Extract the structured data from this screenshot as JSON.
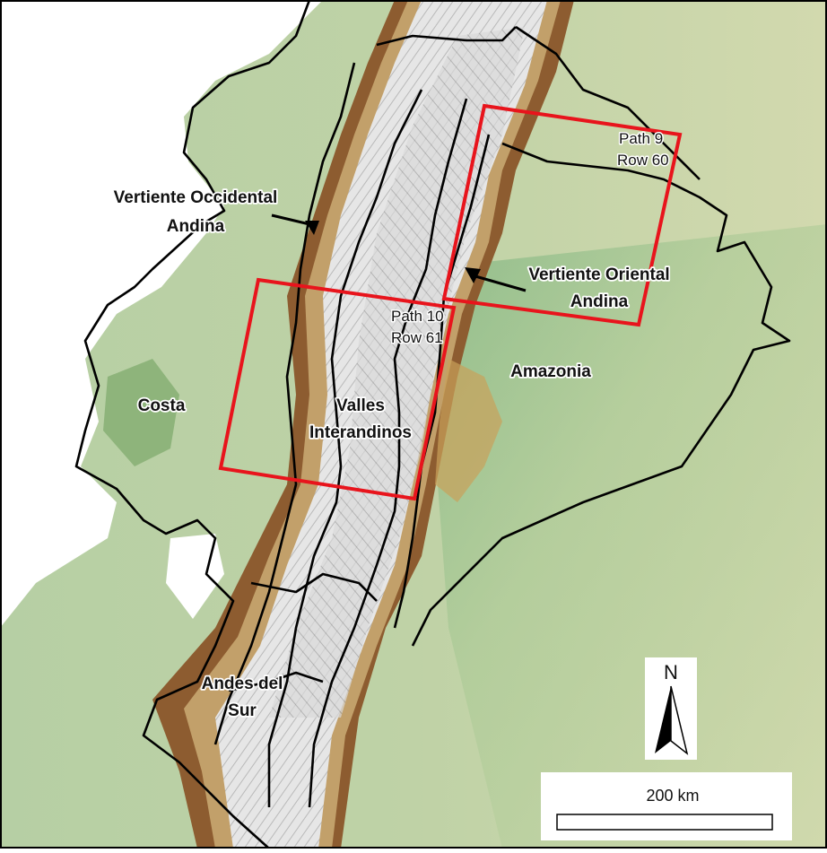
{
  "map": {
    "regions": {
      "vertiente_occidental_line1": "Vertiente Occidental",
      "vertiente_occidental_line2": "Andina",
      "vertiente_oriental_line1": "Vertiente Oriental",
      "vertiente_oriental_line2": "Andina",
      "amazonia": "Amazonia",
      "costa": "Costa",
      "valles_line1": "Valles",
      "valles_line2": "Interandinos",
      "andes_sur_line1": "Andes del",
      "andes_sur_line2": "Sur"
    },
    "scenes": [
      {
        "path": "Path 9",
        "row": "Row 60"
      },
      {
        "path": "Path 10",
        "row": "Row 61"
      }
    ],
    "north_arrow": {
      "label": "N",
      "icon": "north-arrow-icon"
    },
    "scale_bar": {
      "label": "200 km"
    },
    "colors": {
      "scene_outline": "#e8141c",
      "boundary": "#000000",
      "lowland": "#a9c99a",
      "highland": "#e9e9e9",
      "slope": "#8a5a2b"
    }
  }
}
